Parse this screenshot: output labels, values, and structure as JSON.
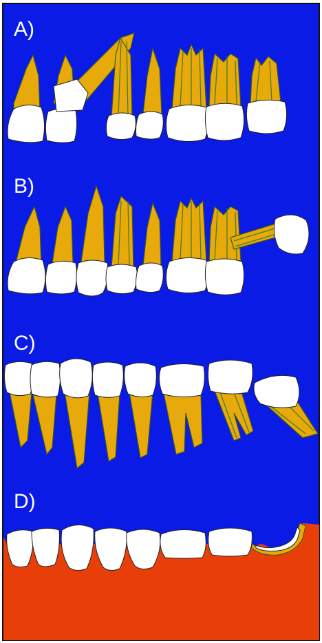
{
  "colors": {
    "background": "#0a1be6",
    "root": "#e8a90a",
    "crown": "#ffffff",
    "gum": "#e83f08",
    "outline": "#222222"
  },
  "panels": [
    {
      "label": "A)"
    },
    {
      "label": "B)"
    },
    {
      "label": "C)"
    },
    {
      "label": "D)"
    }
  ]
}
